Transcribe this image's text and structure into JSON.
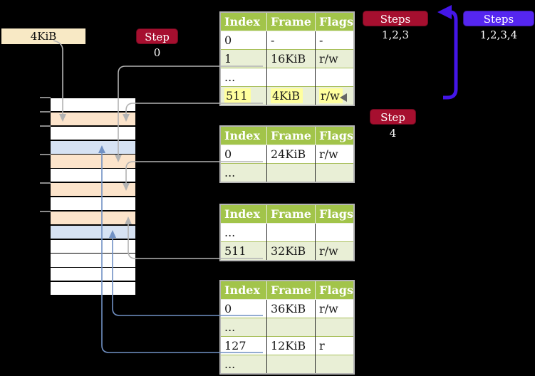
{
  "labels": {
    "box_4kib": "4KiB",
    "step0": "Step 0",
    "steps123": "Steps 1,2,3",
    "steps1234": "Steps 1,2,3,4",
    "step4": "Step 4"
  },
  "colors": {
    "header_green": "#a2c44a",
    "row_green": "#e9efd6",
    "row_white": "#ffffff",
    "mem_orange": "#fce4cb",
    "mem_blue": "#d6e2f3",
    "mem_white": "#ffffff",
    "label_red": "#a60f2f",
    "label_blue": "#5526f0",
    "box_beige": "#f8e9c5",
    "line_gray": "#b3b3b3",
    "line_blue": "#7191c4",
    "arrow_blue": "#4416e8",
    "highlight_yellow": "#ffff9e",
    "tick_gray": "#8a8a8a",
    "table_border": "#b5b5b5",
    "row_divider": "#a9c05c",
    "col_divider": "#2a2a2a"
  },
  "memory_column": {
    "rows": [
      "white",
      "orange",
      "white",
      "blue",
      "orange",
      "white",
      "orange",
      "white",
      "orange",
      "blue",
      "white",
      "white",
      "white",
      "white"
    ]
  },
  "tables": [
    {
      "name": "page-table-level-top",
      "headers": [
        "Index",
        "Frame",
        "Flags"
      ],
      "rows": [
        {
          "cells": [
            "0",
            "-",
            "-"
          ],
          "shade": "w",
          "highlight": false
        },
        {
          "cells": [
            "1",
            "16KiB",
            "r/w"
          ],
          "shade": "g",
          "highlight": false
        },
        {
          "cells": [
            "...",
            "",
            ""
          ],
          "shade": "w",
          "highlight": false
        },
        {
          "cells": [
            "511",
            "4KiB",
            "r/w"
          ],
          "shade": "g",
          "highlight": true
        }
      ]
    },
    {
      "name": "page-table-second",
      "headers": [
        "Index",
        "Frame",
        "Flags"
      ],
      "rows": [
        {
          "cells": [
            "0",
            "24KiB",
            "r/w"
          ],
          "shade": "w",
          "highlight": false
        },
        {
          "cells": [
            "...",
            "",
            ""
          ],
          "shade": "g",
          "highlight": false
        }
      ]
    },
    {
      "name": "page-table-third",
      "headers": [
        "Index",
        "Frame",
        "Flags"
      ],
      "rows": [
        {
          "cells": [
            "...",
            "",
            ""
          ],
          "shade": "w",
          "highlight": false
        },
        {
          "cells": [
            "511",
            "32KiB",
            "r/w"
          ],
          "shade": "g",
          "highlight": false
        }
      ]
    },
    {
      "name": "page-table-bottom",
      "headers": [
        "Index",
        "Frame",
        "Flags"
      ],
      "rows": [
        {
          "cells": [
            "0",
            "36KiB",
            "r/w"
          ],
          "shade": "w",
          "highlight": false
        },
        {
          "cells": [
            "...",
            "",
            ""
          ],
          "shade": "g",
          "highlight": false
        },
        {
          "cells": [
            "127",
            "12KiB",
            "r"
          ],
          "shade": "w",
          "highlight": false
        },
        {
          "cells": [
            "...",
            "",
            ""
          ],
          "shade": "g",
          "highlight": false
        }
      ]
    }
  ]
}
